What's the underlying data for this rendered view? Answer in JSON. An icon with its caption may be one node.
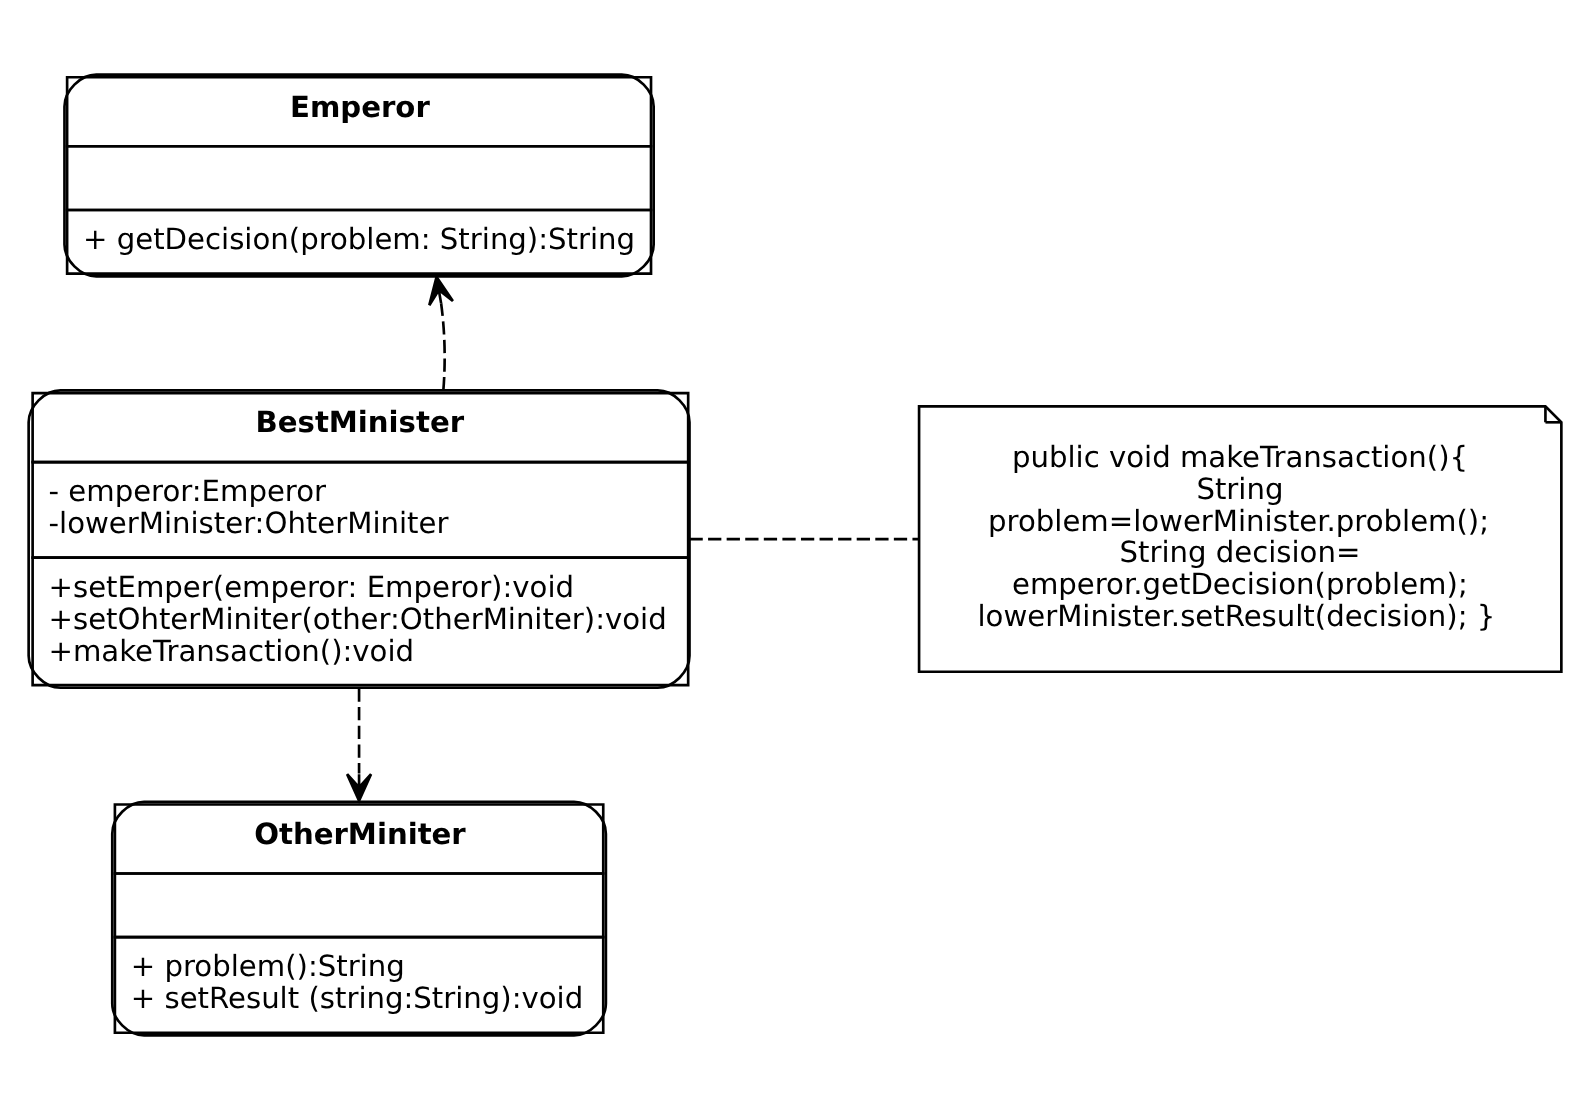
{
  "diagram": {
    "nodes": [
      {
        "text": [
          "Emperor",
          "+ getDecision(problem: String):String"
        ]
      },
      {
        "text": [
          "BestMinister",
          "- emperor:Emperor",
          "-lowerMinister:OhterMiniter",
          "+setEmper(emperor: Emperor):void",
          "+setOhterMiniter(other:OtherMiniter):void",
          "+makeTransaction():void"
        ]
      },
      {
        "text": [
          "OtherMiniter",
          "+ problem():String",
          "+ setResult (string:String):void"
        ]
      },
      {
        "text": [
          "public void makeTransaction(){ String problem=lowerMinister.problem(); String decision= emperor.getDecision(problem); lowerMinister.setResult(decision); }"
        ]
      }
    ],
    "edges": [
      {
        "from": 1,
        "to": 0,
        "arrow": "to",
        "style": "dashed"
      },
      {
        "from": 1,
        "to": 2,
        "arrow": "to",
        "style": "dashed"
      },
      {
        "from": 1,
        "to": 3,
        "arrow": "none",
        "style": "dashed"
      }
    ]
  }
}
